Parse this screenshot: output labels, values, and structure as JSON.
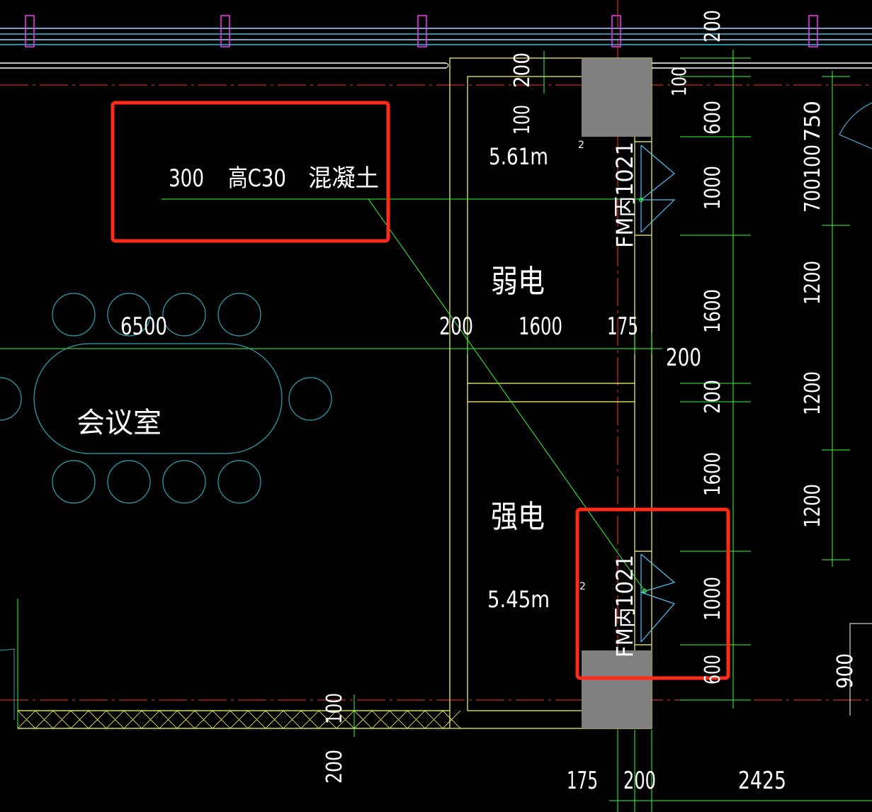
{
  "drawing": {
    "annotation": {
      "size": "300",
      "height_label": "高C30",
      "material": "混凝土"
    },
    "rooms": {
      "meeting": "会议室",
      "weak": "弱电",
      "strong": "强电"
    },
    "elevations": {
      "weak": "5.61m",
      "strong": "5.45m"
    },
    "doors": {
      "upper": "FM丙1021",
      "lower": "FM丙1021"
    },
    "superscripts": {
      "upper": "2",
      "lower": "2"
    },
    "dimensions": {
      "d6500": "6500",
      "d200_a": "200",
      "d1600_h": "1600",
      "d175_a": "175",
      "d200_b": "200",
      "d175_b": "175",
      "d200_c": "200",
      "d2425": "2425",
      "v200_top": "200",
      "v200_a": "200",
      "v100_a": "100",
      "v100_b": "100",
      "v600_a": "600",
      "v1000_a": "1000",
      "v1600_a": "1600",
      "v200_b": "200",
      "v1600_b": "1600",
      "v1000_b": "1000",
      "v600_b": "600",
      "v750": "750",
      "v700100": "700100",
      "v1200_a": "1200",
      "v1200_b": "1200",
      "v1200_c": "1200",
      "v900": "900",
      "v100_c": "100",
      "v200_d": "200"
    },
    "colors": {
      "background": "#000000",
      "wall": "#ffff66",
      "axis": "#ff3333",
      "dimension": "#33ff33",
      "furniture": "#2aa7b5",
      "column": "#808080",
      "highlight": "#ff2a1a",
      "railing": "#ff33ff"
    }
  }
}
